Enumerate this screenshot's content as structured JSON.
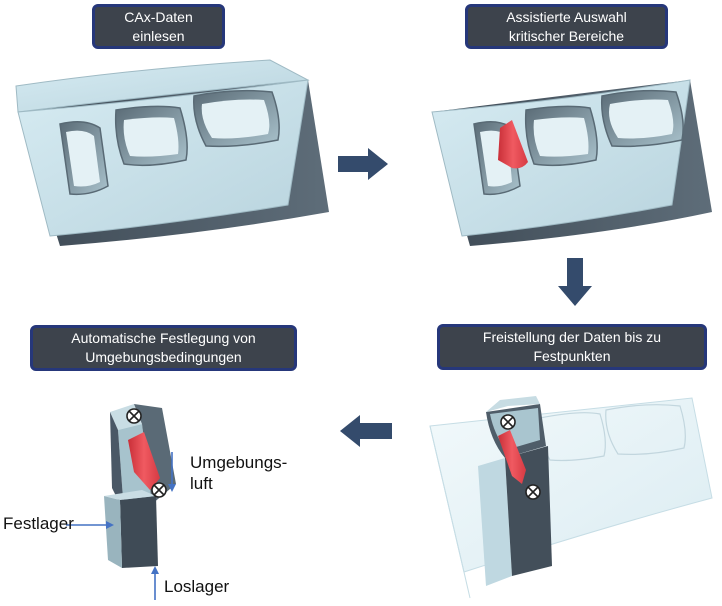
{
  "steps": [
    {
      "label": "CAx-Daten\neinlesen"
    },
    {
      "label": "Assistierte Auswahl\nkritischer Bereiche"
    },
    {
      "label": "Automatische Festlegung von\nUmgebungsbedingungen"
    },
    {
      "label": "Freistellung der Daten bis zu\nFestpunkten"
    }
  ],
  "annotations": {
    "airflow": "Umgebungs-\nluft",
    "fixed_bearing": "Festlager",
    "floating_bearing": "Loslager"
  },
  "colors": {
    "label_bg": "#3d434c",
    "label_border": "#26377a",
    "arrow_fill": "#344b6c",
    "block_top": "#c7e1ea",
    "block_front": "#4a5966",
    "highlight": "#e8474f",
    "annotation_arrow": "#4472c4"
  }
}
